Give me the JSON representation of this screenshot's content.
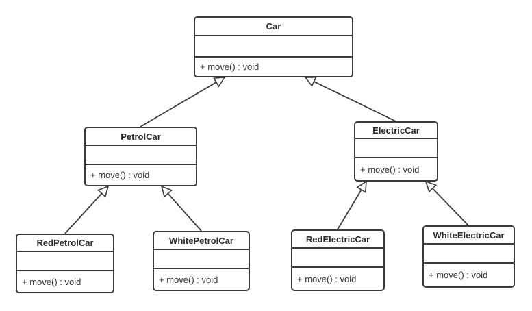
{
  "diagram": {
    "type": "uml-class-diagram",
    "background_color": "#ffffff",
    "line_color": "#3a3a3a",
    "text_color": "#2b2b2b"
  },
  "classes": [
    {
      "name": "Car",
      "attributes": "",
      "methods": "+ move() : void"
    },
    {
      "name": "PetrolCar",
      "attributes": "",
      "methods": "+ move() : void"
    },
    {
      "name": "ElectricCar",
      "attributes": "",
      "methods": "+ move() : void"
    },
    {
      "name": "RedPetrolCar",
      "attributes": "",
      "methods": "+ move() : void"
    },
    {
      "name": "WhitePetrolCar",
      "attributes": "",
      "methods": "+ move() : void"
    },
    {
      "name": "RedElectricCar",
      "attributes": "",
      "methods": "+ move() : void"
    },
    {
      "name": "WhiteElectricCar",
      "attributes": "",
      "methods": "+ move() : void"
    }
  ],
  "relationships": [
    {
      "from": "PetrolCar",
      "to": "Car",
      "type": "generalization"
    },
    {
      "from": "ElectricCar",
      "to": "Car",
      "type": "generalization"
    },
    {
      "from": "RedPetrolCar",
      "to": "PetrolCar",
      "type": "generalization"
    },
    {
      "from": "WhitePetrolCar",
      "to": "PetrolCar",
      "type": "generalization"
    },
    {
      "from": "RedElectricCar",
      "to": "ElectricCar",
      "type": "generalization"
    },
    {
      "from": "WhiteElectricCar",
      "to": "ElectricCar",
      "type": "generalization"
    }
  ]
}
